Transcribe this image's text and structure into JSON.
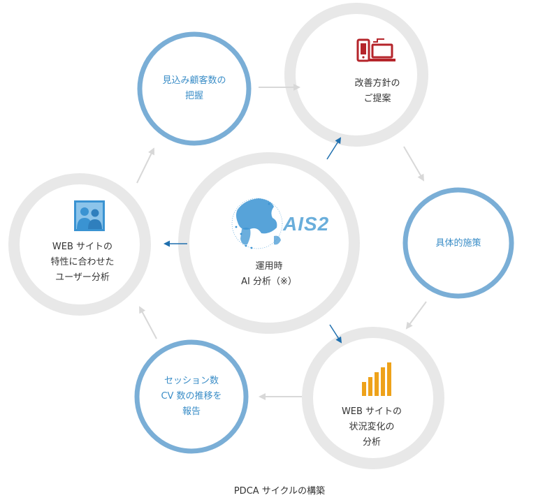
{
  "center": {
    "logo_text": "AIS2",
    "line1": "運用時",
    "line2": "AI 分析（※）"
  },
  "nodes": {
    "prospects": {
      "line1": "見込み顧客数の",
      "line2": "把握"
    },
    "proposal": {
      "line1": "改善方針の",
      "line2": "ご提案",
      "icon": "devices-icon"
    },
    "measures": {
      "line1": "具体的施策"
    },
    "status": {
      "line1": "WEB サイトの",
      "line2": "状況変化の",
      "line3": "分析",
      "icon": "bar-chart-icon"
    },
    "report": {
      "line1": "セッション数",
      "line2": "CV 数の推移を",
      "line3": "報告"
    },
    "user_analysis": {
      "line1": "WEB サイトの",
      "line2": "特性に合わせた",
      "line3": "ユーザー分析",
      "icon": "users-photo-icon"
    }
  },
  "caption": "PDCA サイクルの構築",
  "colors": {
    "blue_ring": "#7aaed6",
    "gray_ring": "#e8e8e8",
    "blue_text": "#3a8dc7",
    "red_icon": "#b5252b",
    "orange_icon": "#eea21a",
    "photo_blue": "#3a93d2",
    "arrow_blue": "#1f6fae",
    "arrow_gray": "#d8d8d8"
  }
}
